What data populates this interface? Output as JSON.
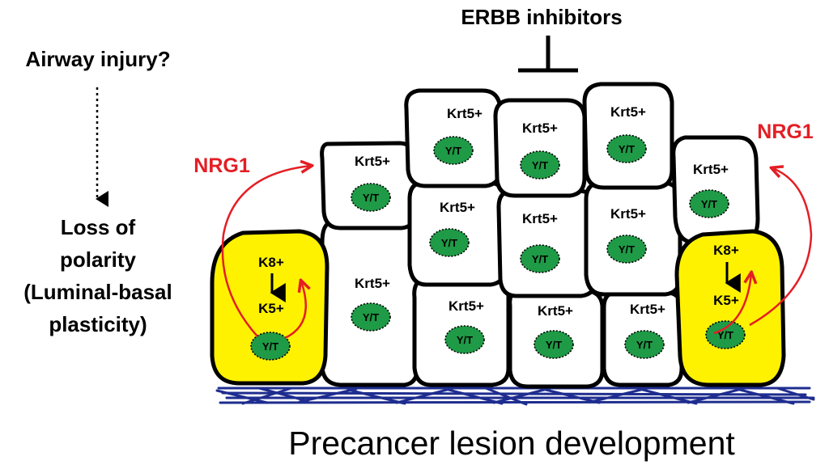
{
  "left_panel": {
    "airway_injury": "Airway injury?",
    "loss_line1": "Loss of",
    "loss_line2": "polarity",
    "loss_line3": "(Luminal-basal",
    "loss_line4": "plasticity)"
  },
  "inhibitor": {
    "label": "ERBB inhibitors"
  },
  "ligand": {
    "left": "NRG1",
    "right": "NRG1"
  },
  "luminal_cell": {
    "from": "K8+",
    "to": "K5+",
    "nucleus": "Y/T"
  },
  "basal_cell": {
    "label": "Krt5+",
    "nucleus": "Y/T"
  },
  "caption": "Precancer lesion development",
  "colors": {
    "outline": "#000000",
    "cell_fill": "#ffffff",
    "luminal_fill": "#fff200",
    "nucleus_fill": "#1f9a46",
    "nrg1_red": "#e31e24",
    "matrix_blue": "#1e2d8f"
  }
}
